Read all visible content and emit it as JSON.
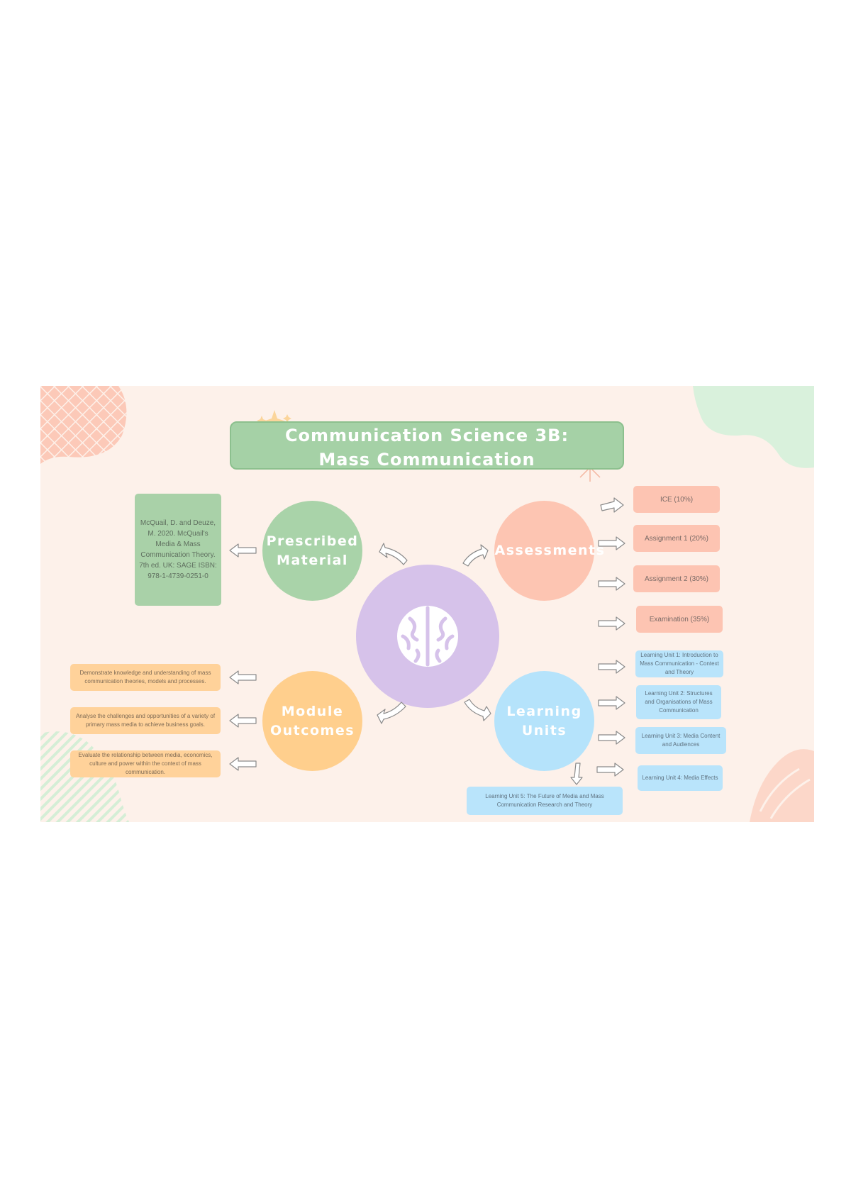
{
  "title": {
    "line1": "Communication Science 3B:",
    "line2": "Mass Communication"
  },
  "center": {
    "icon": "brain-icon"
  },
  "nodes": {
    "prescribed": {
      "line1": "Prescribed",
      "line2": "Material",
      "color": "#a9d3a9"
    },
    "assessments": {
      "line1": "Assessments",
      "color": "#fdc5b2"
    },
    "outcomes": {
      "line1": "Module",
      "line2": "Outcomes",
      "color": "#ffcf8d"
    },
    "learning": {
      "line1": "Learning",
      "line2": "Units",
      "color": "#b5e3fb"
    }
  },
  "prescribed_material": "McQuail, D. and Deuze, M. 2020. McQuail's Media & Mass Communication Theory. 7th ed. UK: SAGE ISBN: 978-1-4739-0251-0",
  "assessments": [
    "ICE (10%)",
    "Assignment 1 (20%)",
    "Assignment 2 (30%)",
    "Examination (35%)"
  ],
  "module_outcomes": [
    "Demonstrate knowledge and understanding of mass communication theories, models and processes.",
    "Analyse the challenges and opportunities of a variety of primary mass media to achieve business goals.",
    "Evaluate the relationship between media, economics, culture and power within the context of mass communication."
  ],
  "learning_units": [
    "Learning Unit 1: Introduction to Mass Communication - Context and Theory",
    "Learning Unit 2: Structures and Organisations of Mass Communication",
    "Learning Unit 3: Media Content and Audiences",
    "Learning Unit 4: Media Effects",
    "Learning Unit 5: The Future of Media and Mass Communication Research and Theory"
  ],
  "colors": {
    "background": "#fdf1ea",
    "title_box": "#a5d1a6",
    "center": "#d6c2ea"
  }
}
